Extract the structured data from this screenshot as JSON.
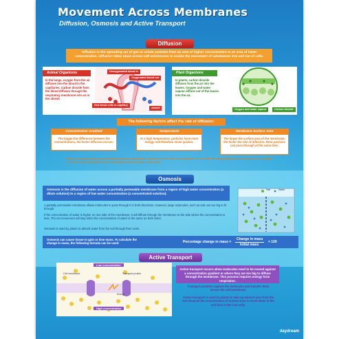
{
  "title": "Movement Across Membranes",
  "subtitle": "Diffusion, Osmosis and Active Transport",
  "diffusion": {
    "heading": "Diffusion",
    "intro": "Diffusion is the spreading out of gas or solute particles from an area of higher concentration to an area of lower concentration. Diffusion takes place across cell membranes to enable the movement of substances into and out of cells.",
    "animal": {
      "caption": "Animal Organisms",
      "text": "In the lungs, oxygen from the air diffuses into the blood in the capillaries. Carbon dioxide from the blood diffuses through the respiratory membrane into air in the alveoli.",
      "label_deoxygenated": "Deoxygenated blood in",
      "label_oxygenated": "Oxygenated blood out",
      "label_red_cells": "Red blood cells in capillary",
      "label_alveoli": "Alveoli"
    },
    "plant": {
      "caption": "Plant Organisms",
      "text": "In plants, carbon dioxide diffuses from the air into the leaves. Oxygen and water vapour diffuse out of the leaves into the air.",
      "label_oxygen_water": "Oxygen and water vapour",
      "label_co2": "Carbon dioxide"
    },
    "factors_heading": "The following factors affect the rate of diffusion:",
    "factors": [
      {
        "title": "Concentration Gradient",
        "text": "The bigger the difference between the concentrations, the faster diffusion occurs."
      },
      {
        "title": "Temperature",
        "text": "At a high temperature, particles have more energy and therefore move quicker."
      },
      {
        "title": "Membrane Surface Area",
        "text": "The larger the surface area of the membrane, the faster the rate of diffusion. More particles can pass through at the same time."
      }
    ],
    "note": "Particles will constantly move both ways across a membrane. However, if there are more particles on one side, the net (overall) movement will be from higher to lower concentration until the concentration on both sides is the same."
  },
  "osmosis": {
    "heading": "Osmosis",
    "intro": "Osmosis is the diffusion of water across a partially permeable membrane from a region of high water concentration (a dilute solution) to a region of low water concentration (a concentrated solution).",
    "p1": "A partially permeable membrane allows molecules to pass through it in both directions. However, large molecules, such as salt, are too big to fit through.",
    "p2": "If the concentration of water is higher on one side of the membrane, it will diffuse through the membrane to the side where the concentration is less. The net movement will stop when the concentration of water is the same on both sides.",
    "p3": "Osmosis is used by plants to absorb water from the soil through their roots.",
    "legend_salt": "Salt",
    "legend_water": "Water",
    "formula_intro": "Osmosis can cause tissue to gain or lose mass. To calculate the change in mass, the following formula can be used:",
    "formula_lhs": "Percentage change in mass =",
    "formula_num": "Change in mass",
    "formula_den": "Initial mass",
    "formula_mult": "× 100"
  },
  "active": {
    "heading": "Active Transport",
    "label_low": "Low concentration",
    "label_high": "High concentration",
    "label_membrane": "Cell membrane",
    "label_protein": "Transport protein",
    "label_energy": "Energy",
    "p1": "Active transport occurs when molecules need to be moved against a concentration gradient or where they are too big to diffuse through the membrane. This process requires energy from respiration.",
    "p2": "Transport proteins capture the molecules and transfer them across the cell membrane.",
    "p3": "Active transport is used by plants to take up mineral ions from the soil because the concentration of mineral ions is much lower in the soil than in the root cells."
  },
  "brand": "daydream"
}
